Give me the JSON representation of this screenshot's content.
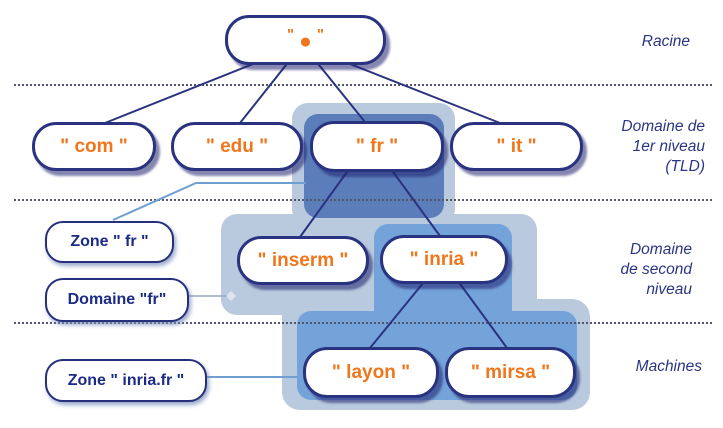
{
  "colors": {
    "accent_orange": "#f0761c",
    "navy_border": "#2a337f",
    "region_pale_blue": "#b9c9de",
    "region_medium_blue": "#74a3d9",
    "region_dark_blue": "#5b7eba",
    "connector_light_blue": "#6f9fd0"
  },
  "tree": {
    "root": {
      "open_quote": "\"",
      "dot": "●",
      "close_quote": "\""
    },
    "nodes": {
      "com": "\" com \"",
      "edu": "\" edu \"",
      "fr": "\" fr \"",
      "it": "\" it \"",
      "inserm": "\" inserm \"",
      "inria": "\" inria \"",
      "layon": "\" layon \"",
      "mirsa": "\" mirsa \""
    }
  },
  "zone_labels": {
    "zone_fr": "Zone \" fr \"",
    "domaine_fr": "Domaine \"fr\"",
    "zone_inria_fr": "Zone \" inria.fr \""
  },
  "level_labels": {
    "racine": "Racine",
    "tld": [
      "Domaine de",
      "1er niveau",
      "(TLD)"
    ],
    "second": [
      "Domaine",
      "de second",
      "niveau"
    ],
    "machines": "Machines"
  }
}
